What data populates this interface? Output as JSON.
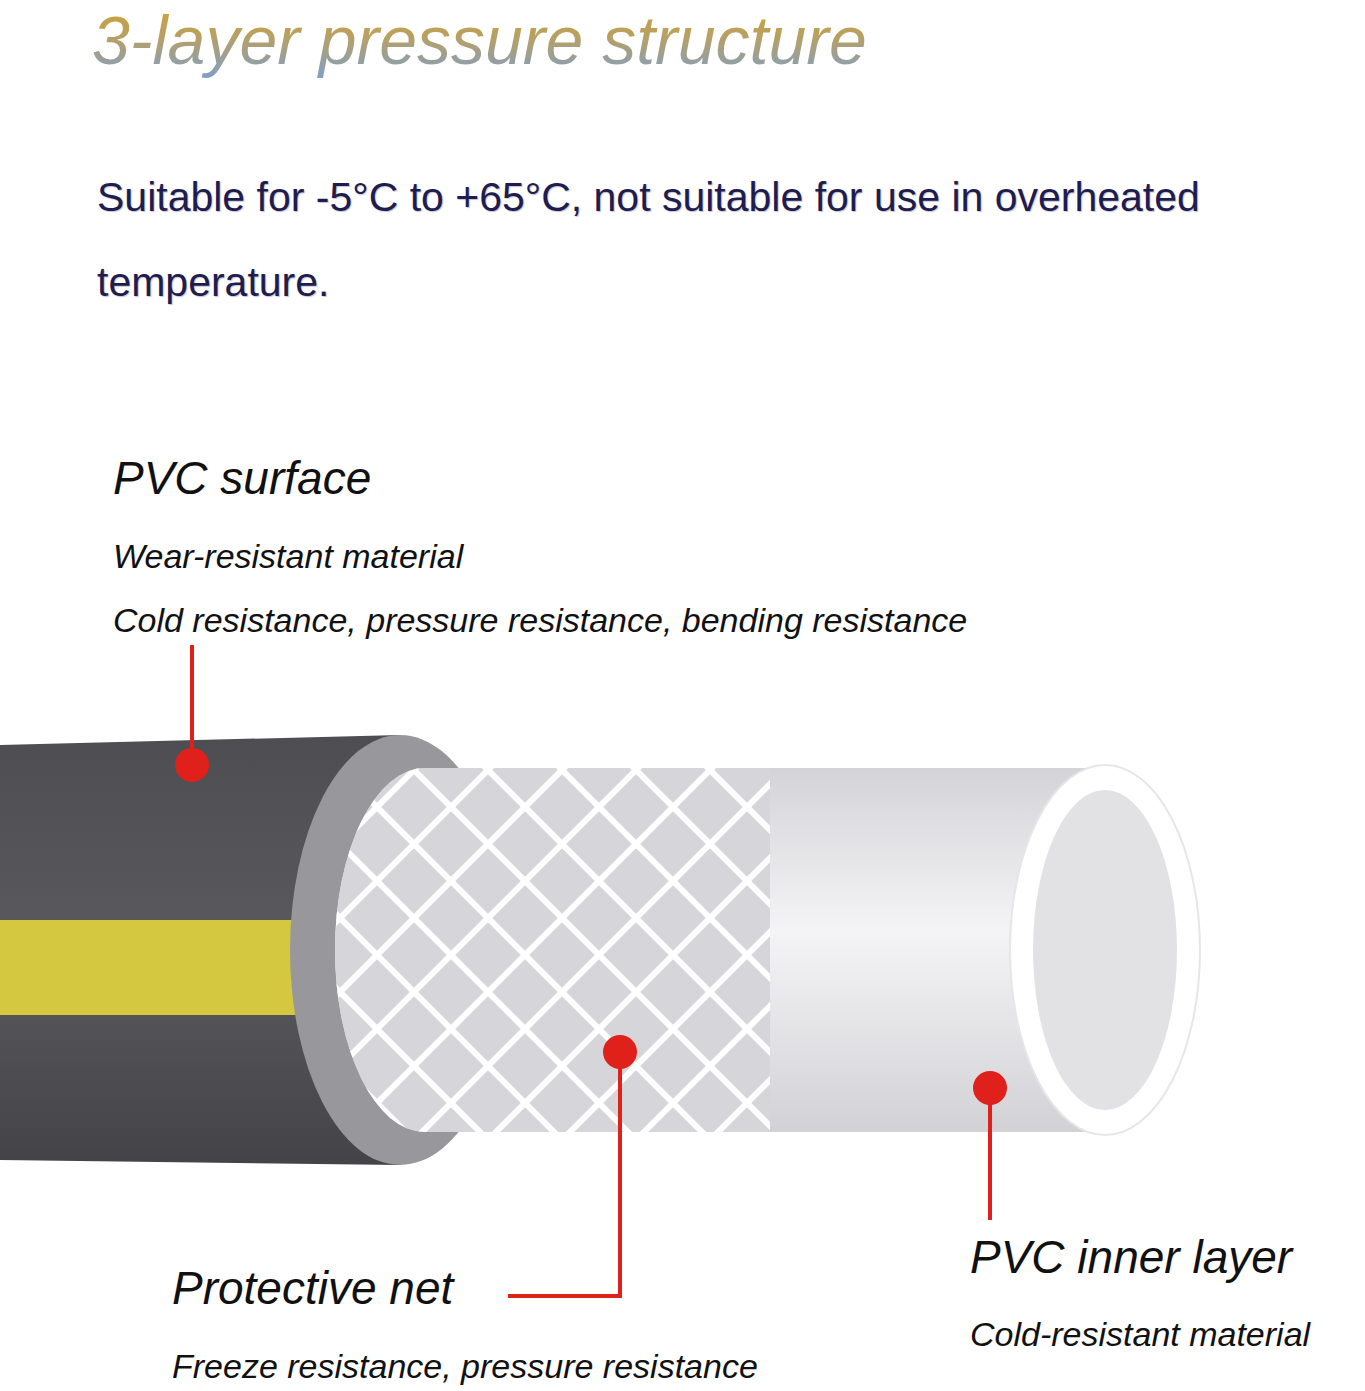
{
  "diagram": {
    "title": "3-layer pressure structure",
    "labels": [
      "Suitable for -5°C to +65°C, not suitable for use in overheated temperature.",
      "PVC surface",
      "Wear-resistant material",
      "Cold resistance, pressure resistance, bending resistance",
      "Protective net",
      "Freeze resistance, pressure resistance",
      "PVC inner layer",
      "Cold-resistant material"
    ]
  }
}
